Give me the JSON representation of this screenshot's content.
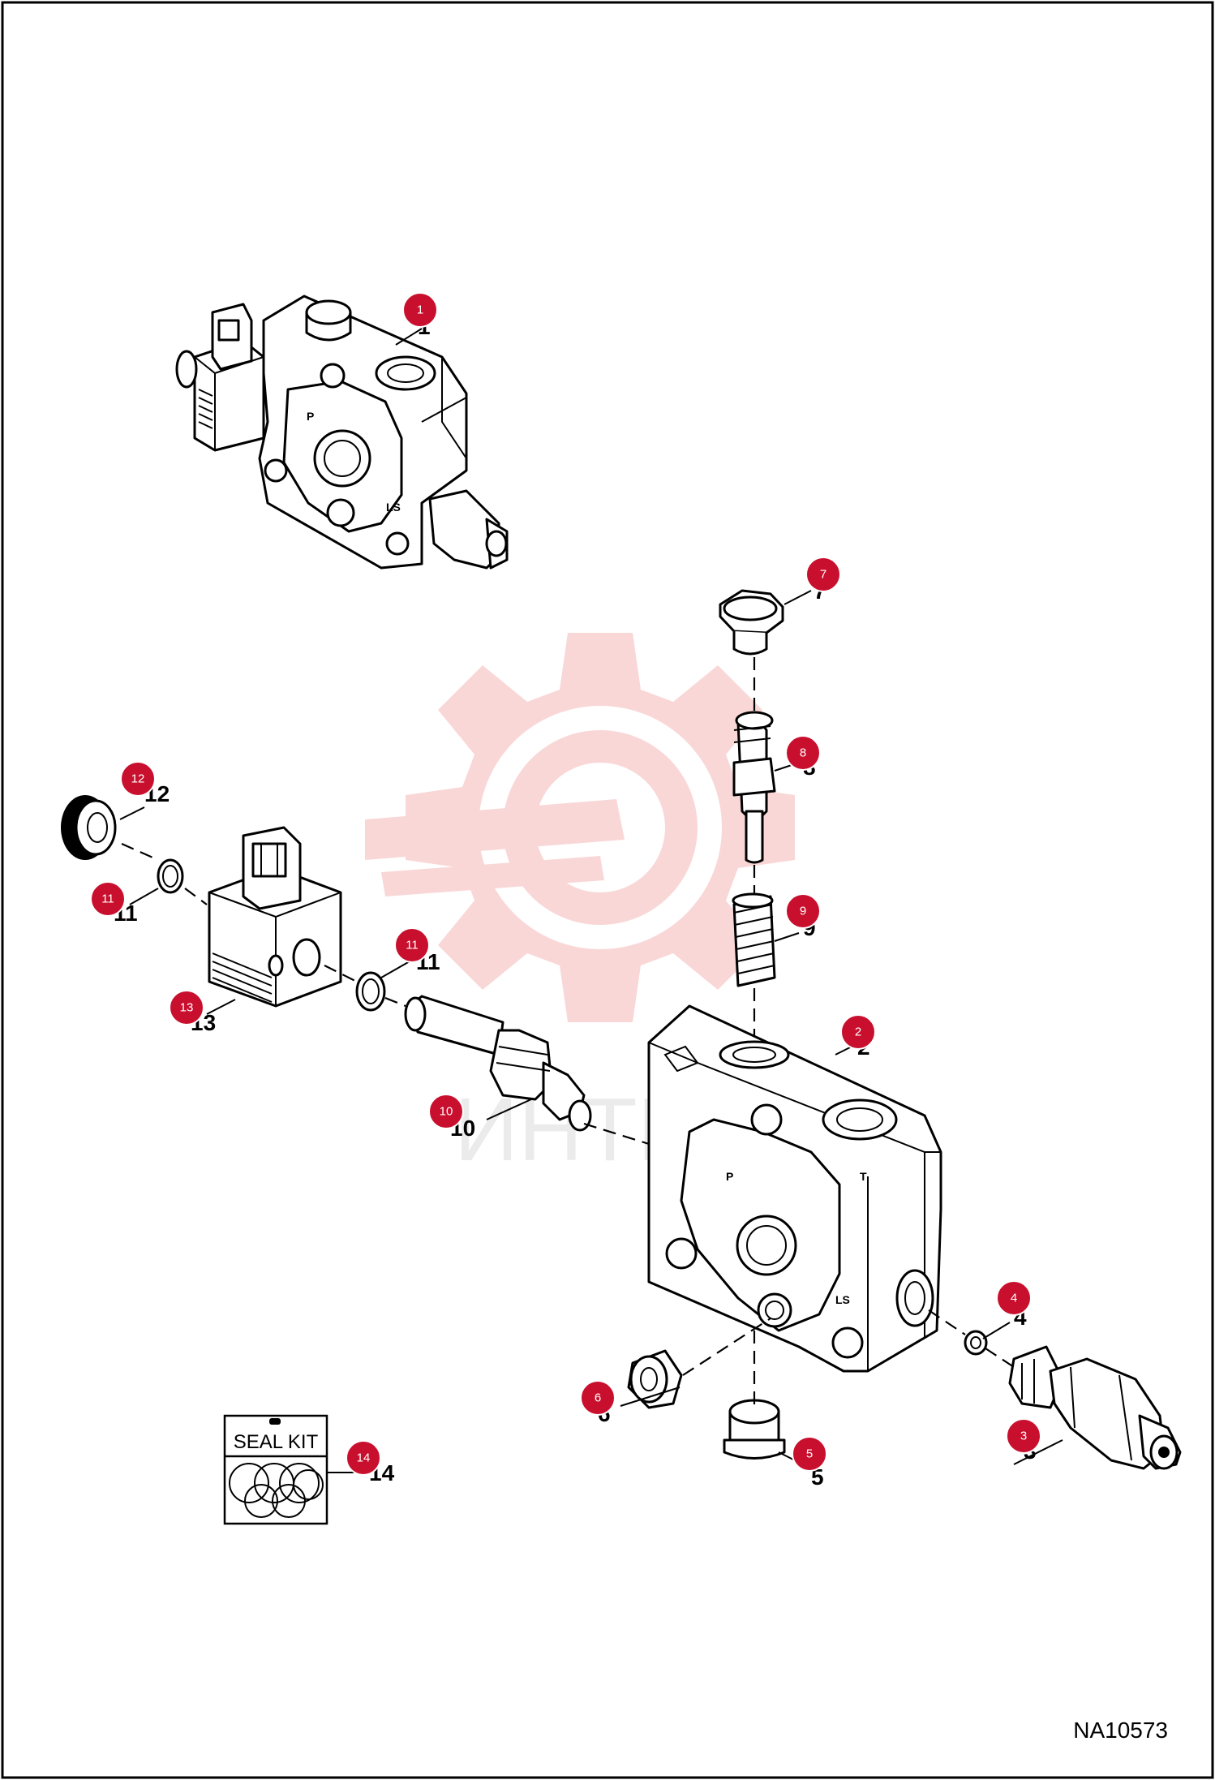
{
  "reference_code": "NA10573",
  "seal_kit_label": "SEAL KIT",
  "watermark_text": "ИНТЕХ",
  "port_marks": {
    "p": "P",
    "t": "T",
    "ls": "LS"
  },
  "callouts": [
    {
      "id": "1",
      "label": "1"
    },
    {
      "id": "2",
      "label": "2"
    },
    {
      "id": "3",
      "label": "3"
    },
    {
      "id": "4",
      "label": "4"
    },
    {
      "id": "5",
      "label": "5"
    },
    {
      "id": "6",
      "label": "6"
    },
    {
      "id": "7",
      "label": "7"
    },
    {
      "id": "8",
      "label": "8"
    },
    {
      "id": "9",
      "label": "9"
    },
    {
      "id": "10",
      "label": "10"
    },
    {
      "id": "11a",
      "label": "11"
    },
    {
      "id": "11b",
      "label": "11"
    },
    {
      "id": "12",
      "label": "12"
    },
    {
      "id": "13",
      "label": "13"
    },
    {
      "id": "14",
      "label": "14"
    }
  ],
  "colors": {
    "callout": "#c8102e",
    "watermark": "#f4a8a8",
    "line": "#000000"
  }
}
